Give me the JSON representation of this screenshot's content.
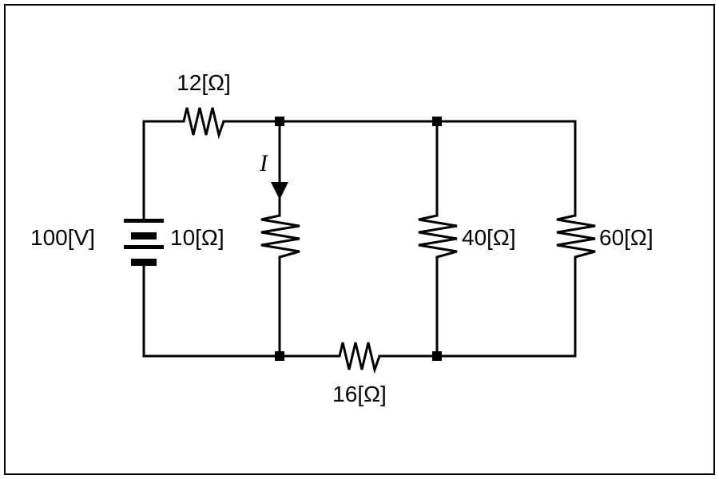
{
  "circuit": {
    "resistor_top": "12[Ω]",
    "resistor_left_branch": "10[Ω]",
    "resistor_mid_branch": "40[Ω]",
    "resistor_right_branch": "60[Ω]",
    "resistor_bottom": "16[Ω]",
    "battery": "100[V]",
    "current": "I"
  }
}
